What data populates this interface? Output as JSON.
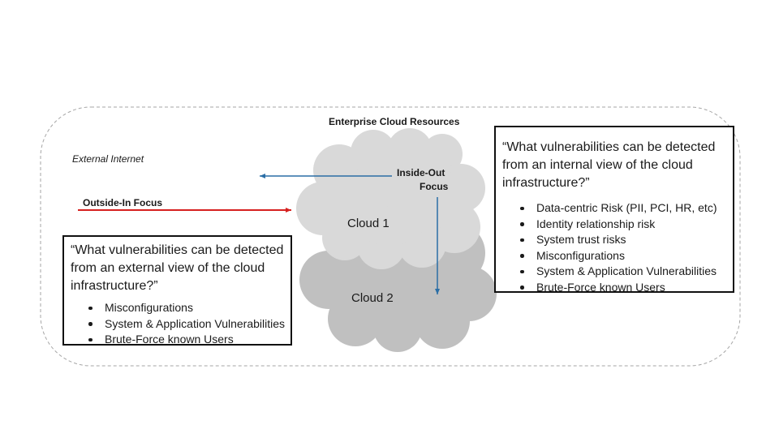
{
  "labels": {
    "enterprise": "Enterprise Cloud Resources",
    "external": "External Internet",
    "outside_in": "Outside-In Focus",
    "inside_out_line1": "Inside-Out",
    "inside_out_line2": "Focus",
    "cloud1": "Cloud 1",
    "cloud2": "Cloud 2"
  },
  "external_box": {
    "question": "“What vulnerabilities can be detected from an external view of the cloud infrastructure?”",
    "items": [
      "Misconfigurations",
      "System & Application Vulnerabilities",
      "Brute-Force known Users"
    ]
  },
  "internal_box": {
    "question": "“What vulnerabilities can be detected from an internal view of the cloud infrastructure?”",
    "items": [
      "Data-centric Risk (PII, PCI, HR, etc)",
      "Identity relationship risk",
      "System trust risks",
      "Misconfigurations",
      "System & Application Vulnerabilities",
      "Brute-Force known Users"
    ]
  },
  "colors": {
    "outside_in_arrow": "#d6201f",
    "inside_out_arrow": "#2a6ea6",
    "cloud1_fill": "#d9d9d9",
    "cloud2_fill": "#c0c0c0",
    "boundary": "#a6a6a6"
  }
}
